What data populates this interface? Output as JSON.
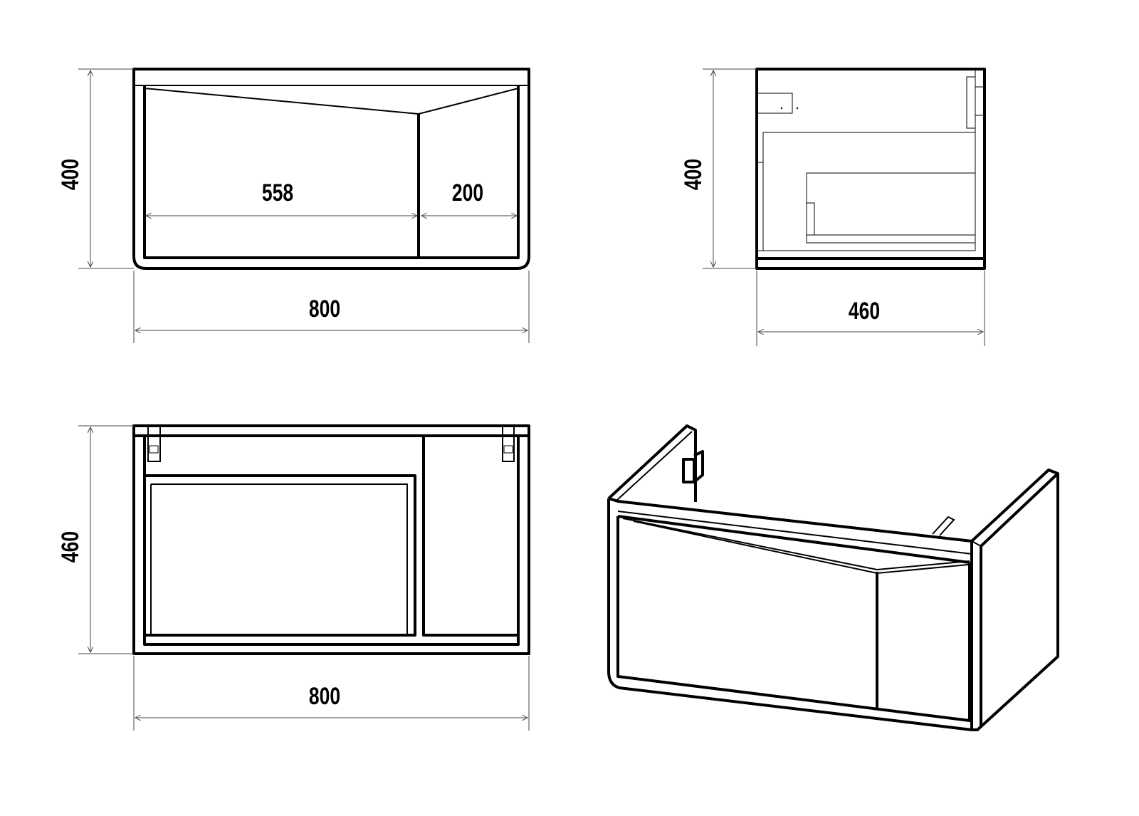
{
  "front_view": {
    "height": "400",
    "width": "800",
    "left_compartment": "558",
    "right_compartment": "200"
  },
  "side_view": {
    "height": "400",
    "depth": "460"
  },
  "top_view": {
    "depth": "460",
    "width": "800"
  },
  "colors": {
    "line": "#000000",
    "dimension": "#444444",
    "background": "#ffffff"
  }
}
